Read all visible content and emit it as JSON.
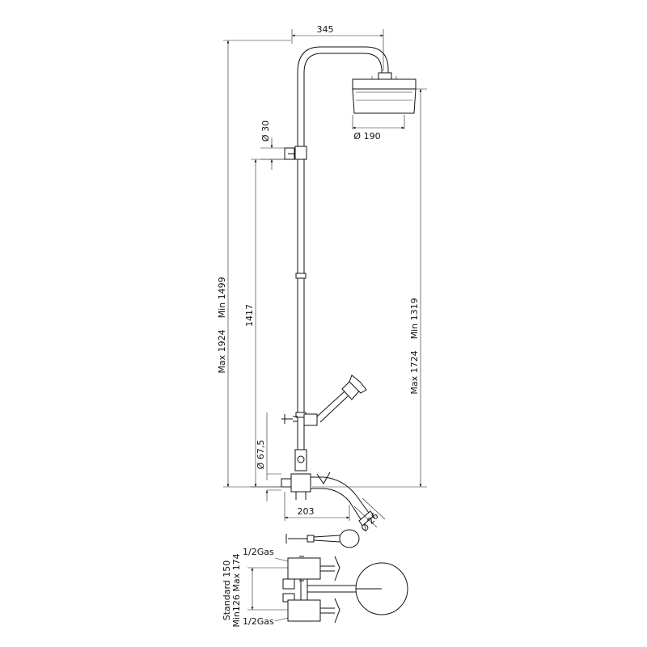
{
  "dimensions": {
    "arm_reach": "345",
    "head_diameter": "Ø 190",
    "bracket_diameter": "Ø 30",
    "total_height": "Max 1924    Min 1499",
    "rail_height": "1417",
    "head_height": "Max 1724    Min 1319",
    "mixer_diameter": "Ø 67,5",
    "spout_length": "203",
    "spout_diameter": "Ø 26",
    "top_inlet_thread": "1/2Gas",
    "bottom_inlet_thread": "1/2Gas",
    "inlet_spacing_line1": "Standard 150",
    "inlet_spacing_line2": "Min126 Max 174"
  }
}
